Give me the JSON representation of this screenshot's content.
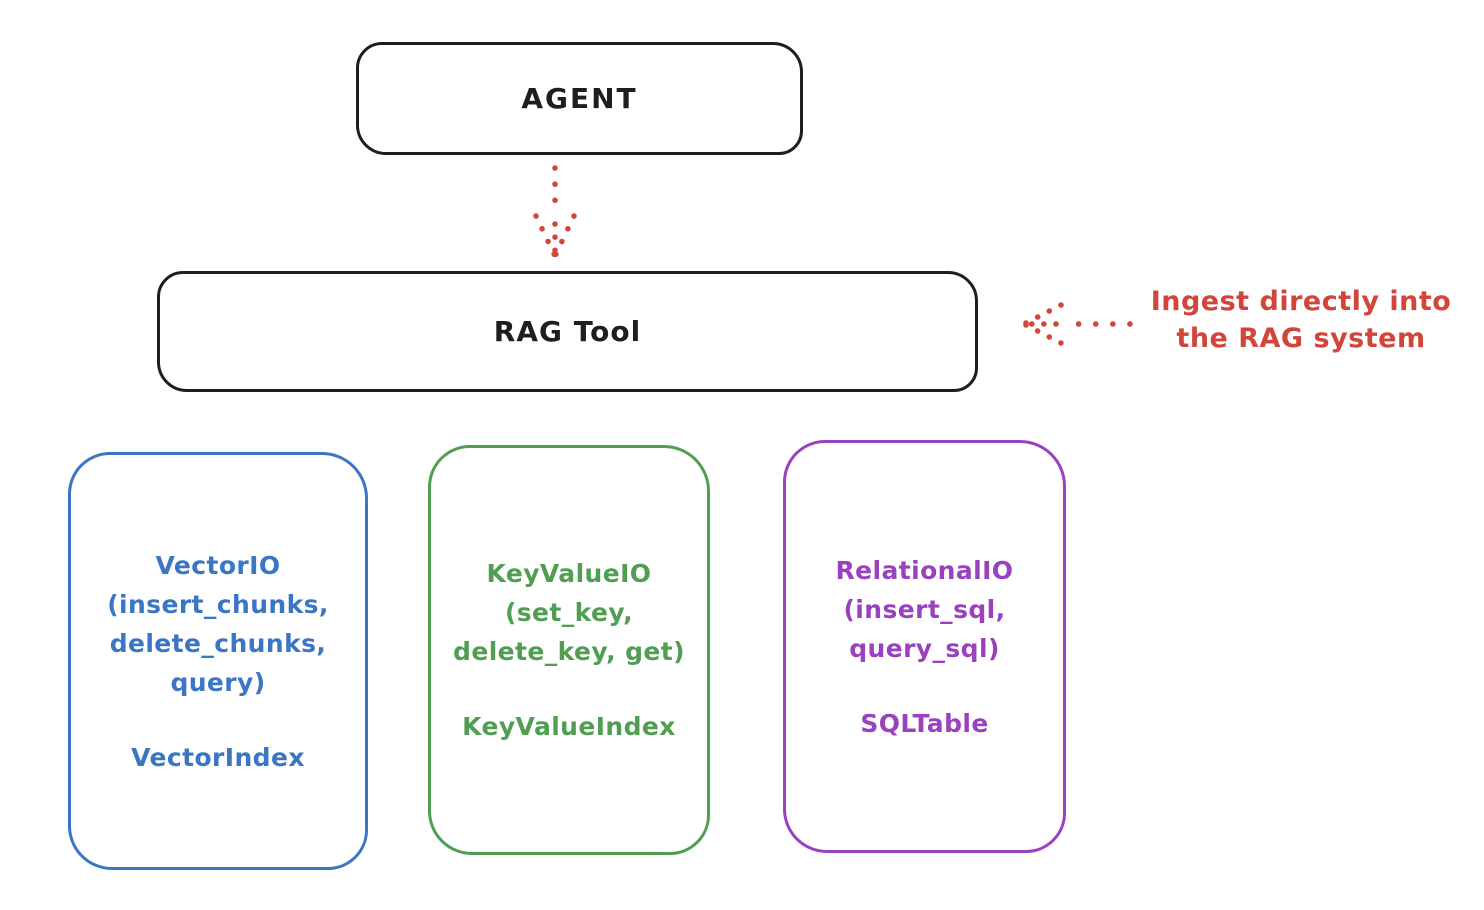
{
  "colors": {
    "ink": "#1e1e1e",
    "red": "#d1453a",
    "blue": "#3b76c5",
    "green": "#4f9e52",
    "purple": "#9a41bd"
  },
  "agent_box": {
    "label": "AGENT"
  },
  "rag_box": {
    "label": "RAG Tool"
  },
  "annotation": {
    "text": "Ingest directly into\nthe RAG system"
  },
  "storage_boxes": [
    {
      "id": "vector-io",
      "color": "#3b76c5",
      "body": "VectorIO\n(insert_chunks,\ndelete_chunks,\nquery)",
      "footer": "VectorIndex"
    },
    {
      "id": "keyvalue-io",
      "color": "#4f9e52",
      "body": "KeyValueIO\n(set_key,\ndelete_key, get)",
      "footer": "KeyValueIndex"
    },
    {
      "id": "relational-io",
      "color": "#9a41bd",
      "body": "RelationalIO\n(insert_sql,\nquery_sql)",
      "footer": "SQLTable"
    }
  ]
}
